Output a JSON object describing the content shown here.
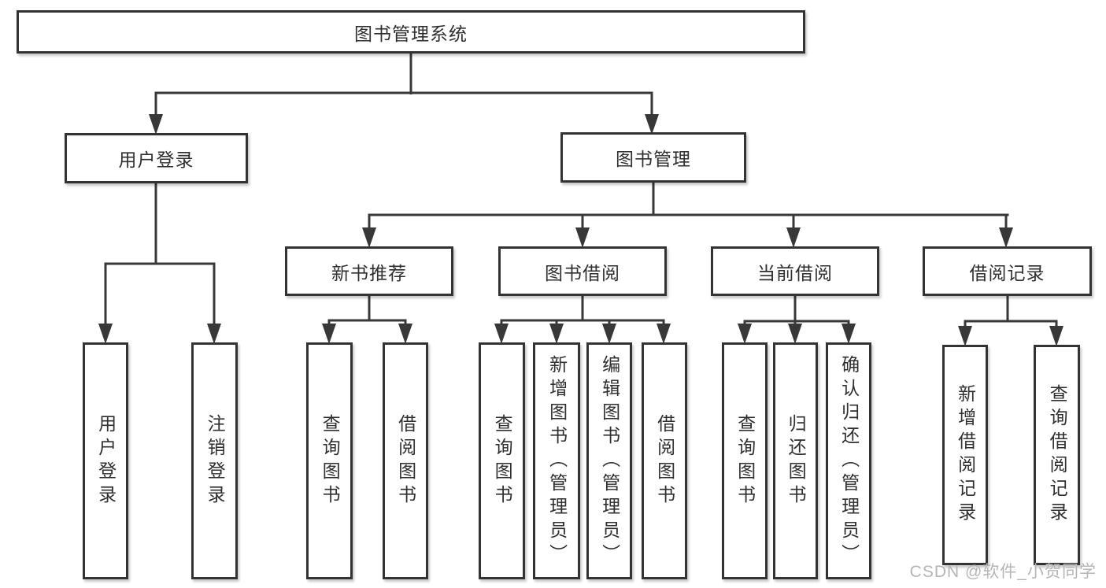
{
  "diagram": {
    "root": "图书管理系统",
    "branches": [
      {
        "label": "用户登录",
        "children": [
          "用户登录",
          "注销登录"
        ]
      },
      {
        "label": "图书管理",
        "children": [
          {
            "label": "新书推荐",
            "children": [
              "查询图书",
              "借阅图书"
            ]
          },
          {
            "label": "图书借阅",
            "children": [
              "查询图书",
              "新增图书（管理员）",
              "编辑图书（管理员）",
              "借阅图书"
            ]
          },
          {
            "label": "当前借阅",
            "children": [
              "查询图书",
              "归还图书",
              "确认归还（管理员）"
            ]
          },
          {
            "label": "借阅记录",
            "children": [
              "新增借阅记录",
              "查询借阅记录"
            ]
          }
        ]
      }
    ]
  },
  "watermark": {
    "text": "CSDN @软件_小贺同学"
  },
  "colors": {
    "line": "#383838",
    "box_border": "#333333",
    "text": "#2f2f2f",
    "watermark": "#b5b5b5",
    "background": "#ffffff"
  }
}
